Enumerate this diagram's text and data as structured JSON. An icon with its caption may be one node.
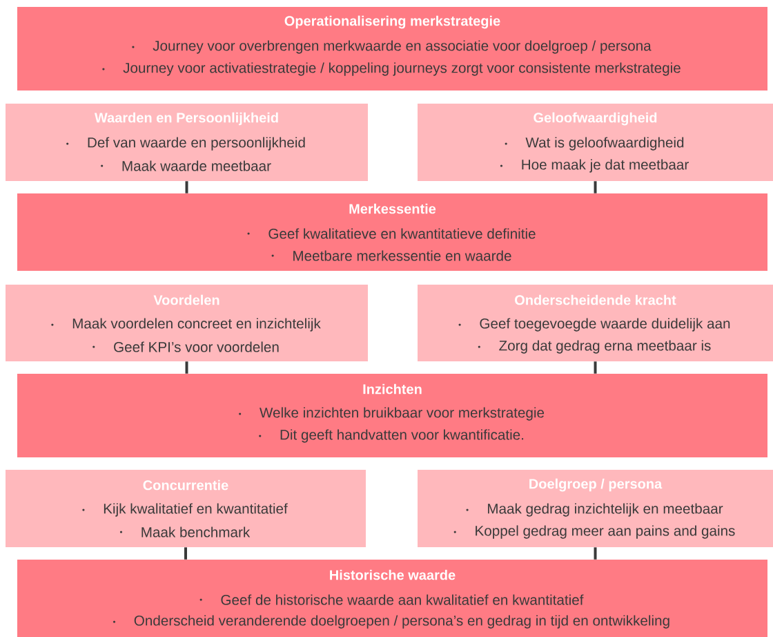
{
  "diagram": {
    "nodes": [
      {
        "text": [
          "Operationalisering merkstrategie",
          "Journey voor overbrengen merkwaarde en associatie voor doelgroep / persona",
          "Journey voor activatiestrategie / koppeling journeys zorgt voor consistente merkstrategie"
        ]
      },
      {
        "text": [
          "Waarden en Persoonlijkheid",
          "Def van waarde en persoonlijkheid",
          "Maak waarde meetbaar"
        ]
      },
      {
        "text": [
          "Geloofwaardigheid",
          "Wat is geloofwaardigheid",
          "Hoe maak je dat meetbaar"
        ]
      },
      {
        "text": [
          "Merkessentie",
          "Geef kwalitatieve en kwantitatieve definitie",
          "Meetbare merkessentie en waarde"
        ]
      },
      {
        "text": [
          "Voordelen",
          "Maak voordelen concreet en inzichtelijk",
          "Geef KPI’s voor voordelen"
        ]
      },
      {
        "text": [
          "Onderscheidende kracht",
          "Geef toegevoegde waarde duidelijk aan",
          "Zorg dat gedrag erna meetbaar is"
        ]
      },
      {
        "text": [
          "Inzichten",
          "Welke inzichten bruikbaar voor merkstrategie",
          "Dit geeft handvatten voor kwantificatie."
        ]
      },
      {
        "text": [
          "Concurrentie",
          "Kijk kwalitatief en kwantitatief",
          "Maak benchmark"
        ]
      },
      {
        "text": [
          "Doelgroep / persona",
          "Maak gedrag inzichtelijk en meetbaar",
          "Koppel gedrag meer aan pains and gains"
        ]
      },
      {
        "text": [
          "Historische waarde",
          "Geef de historische waarde aan kwalitatief en kwantitatief",
          "Onderscheid veranderende doelgroepen / persona’s en gedrag in tijd en ontwikkeling"
        ]
      }
    ],
    "edges": [
      {
        "from": 1,
        "to": 3,
        "arrow": "none"
      },
      {
        "from": 2,
        "to": 3,
        "arrow": "none"
      },
      {
        "from": 4,
        "to": 6,
        "arrow": "none"
      },
      {
        "from": 5,
        "to": 6,
        "arrow": "none"
      },
      {
        "from": 7,
        "to": 9,
        "arrow": "none"
      },
      {
        "from": 8,
        "to": 9,
        "arrow": "none"
      }
    ]
  }
}
